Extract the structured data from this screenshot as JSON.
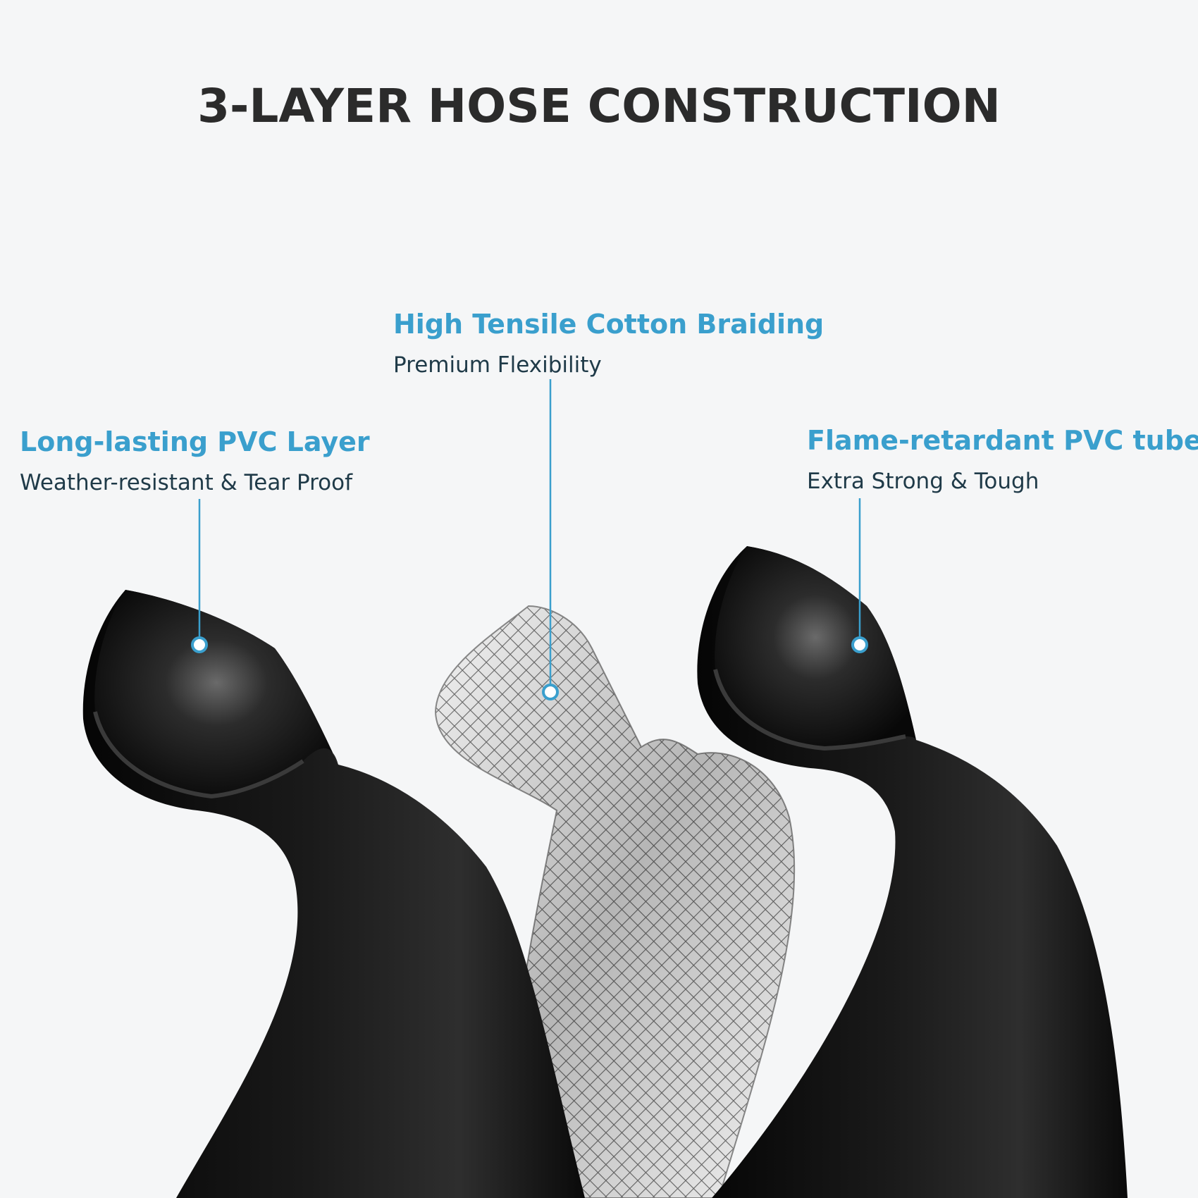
{
  "title": "3-LAYER HOSE CONSTRUCTION",
  "colors": {
    "background": "#f5f6f7",
    "title_text": "#2b2b2b",
    "accent": "#3a9fcd",
    "sub_text": "#1f3a48",
    "hose_black": "#111111"
  },
  "layers": {
    "outer": {
      "title": "Long-lasting PVC Layer",
      "subtitle": "Weather-resistant & Tear Proof"
    },
    "middle": {
      "title": "High Tensile Cotton Braiding",
      "subtitle": "Premium Flexibility"
    },
    "inner": {
      "title": "Flame-retardant PVC tube",
      "subtitle": "Extra Strong & Tough"
    }
  }
}
